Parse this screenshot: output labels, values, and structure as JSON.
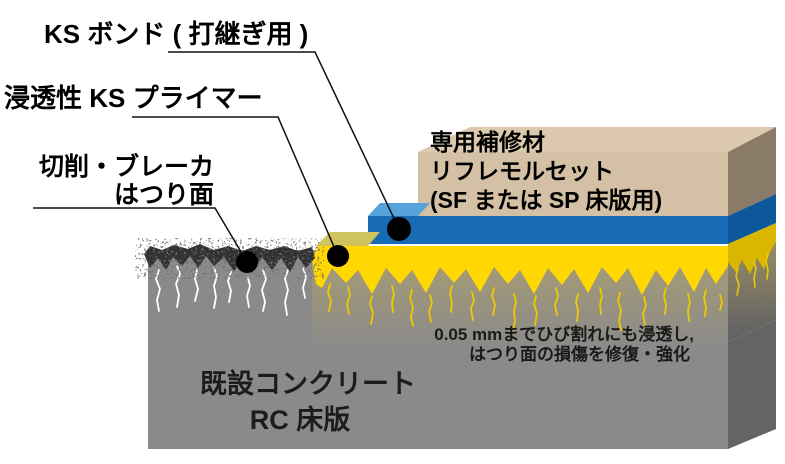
{
  "figure": {
    "type": "layer-diagram",
    "title_context": "concrete deck repair layer system",
    "callouts": {
      "bond": {
        "label": "KS ボンド ( 打継ぎ用 )"
      },
      "primer": {
        "label": "浸透性 KS プライマー"
      },
      "chipped": {
        "label_line1": "切削・ブレーカ",
        "label_line2": "はつり面"
      }
    },
    "repair_block_label": {
      "line1": "専用補修材",
      "line2": "リフレモルセット",
      "line3": "(SF または SP 床版用)"
    },
    "penetration_note": {
      "line1": "0.05 mmまでひび割れにも浸透し,",
      "line2": "はつり面の損傷を修復・強化"
    },
    "base_label": {
      "line1": "既設コンクリート",
      "line2": "RC 床版"
    },
    "colors": {
      "background": "#ffffff",
      "repair_top": "#ddcaae",
      "repair_front": "#d4c0a4",
      "repair_side": "#8a7a68",
      "bond_top": "#56a2da",
      "bond_front": "#176bb4",
      "bond_side": "#0d589d",
      "primer_top": "#cfc35e",
      "primer_front": "#ffd703",
      "primer_side": "#d9b600",
      "concrete_front": "#8a8a8a",
      "concrete_side": "#646464",
      "chipped_band": "#333333",
      "penetration_top_front": "#a89d72",
      "penetration_top_side": "#9a8e62",
      "crack_white": "#ffffff",
      "crack_yellow": "#f0c900",
      "callout_dot": "#000000"
    }
  }
}
